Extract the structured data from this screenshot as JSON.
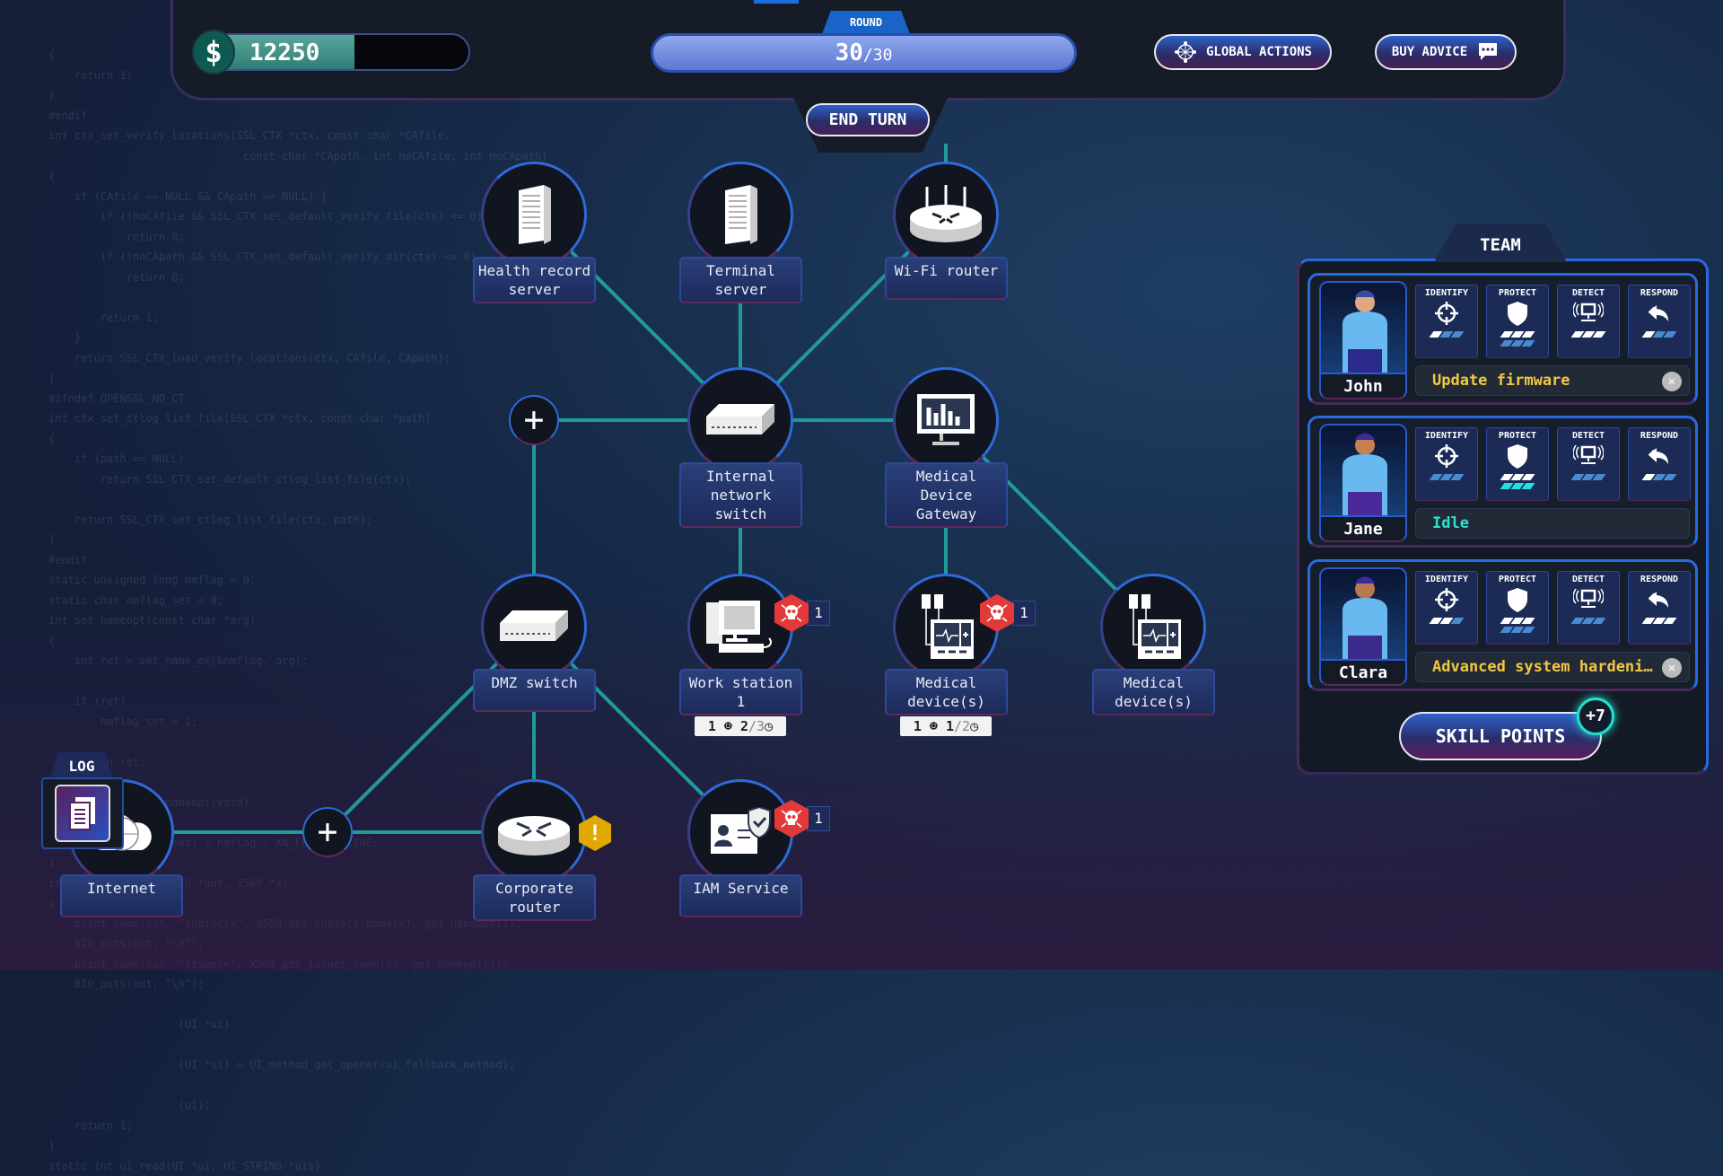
{
  "header": {
    "money": "12250",
    "money_fill_fraction": 0.58,
    "round_label": "ROUND",
    "round_current": "30",
    "round_total": "/30",
    "global_actions_label": "GLOBAL ACTIONS",
    "buy_advice_label": "BUY ADVICE",
    "end_turn_label": "END TURN"
  },
  "network": {
    "nodes": [
      {
        "id": "health",
        "label": "Health record server",
        "icon": "server-icon"
      },
      {
        "id": "terminal",
        "label": "Terminal server",
        "icon": "server-icon"
      },
      {
        "id": "wifi",
        "label": "Wi-Fi router",
        "icon": "wifi-router-icon"
      },
      {
        "id": "internal",
        "label": "Internal network switch",
        "icon": "switch-icon"
      },
      {
        "id": "gateway",
        "label": "Medical Device Gateway",
        "icon": "gateway-monitor-icon"
      },
      {
        "id": "dmz",
        "label": "DMZ switch",
        "icon": "switch-icon"
      },
      {
        "id": "workstation",
        "label": "Work station 1",
        "icon": "workstation-icon",
        "threats": "1",
        "stats": {
          "users": "1",
          "progress": "2",
          "total": "/3"
        }
      },
      {
        "id": "meddev1",
        "label": "Medical device(s)",
        "icon": "medical-device-icon",
        "threats": "1",
        "stats": {
          "users": "1",
          "progress": "1",
          "total": "/2"
        }
      },
      {
        "id": "meddev2",
        "label": "Medical device(s)",
        "icon": "medical-device-icon"
      },
      {
        "id": "internet",
        "label": "Internet",
        "icon": "globe-cloud-icon"
      },
      {
        "id": "corprouter",
        "label": "Corporate router",
        "icon": "router-icon",
        "warning": "!"
      },
      {
        "id": "iam",
        "label": "IAM Service",
        "icon": "id-card-icon",
        "threats": "1"
      }
    ],
    "add_node_label": "+"
  },
  "team": {
    "title": "TEAM",
    "skill_names": [
      "IDENTIFY",
      "PROTECT",
      "DETECT",
      "RESPOND"
    ],
    "members": [
      {
        "name": "John",
        "task": "Update firmware",
        "task_state": "active",
        "skills": [
          [
            {
              "filled": 1,
              "total": 3
            }
          ],
          [
            {
              "filled": 3,
              "total": 3
            },
            {
              "filled": 0,
              "total": 3
            }
          ],
          [
            {
              "filled": 3,
              "total": 3
            }
          ],
          [
            {
              "filled": 1,
              "total": 3
            }
          ]
        ]
      },
      {
        "name": "Jane",
        "task": "Idle",
        "task_state": "idle",
        "skills": [
          [
            {
              "filled": 0,
              "total": 3
            }
          ],
          [
            {
              "filled": 3,
              "total": 3
            },
            {
              "filled": 0,
              "total": 3,
              "upgrade": true
            }
          ],
          [
            {
              "filled": 0,
              "total": 3
            }
          ],
          [
            {
              "filled": 1,
              "total": 3
            }
          ]
        ]
      },
      {
        "name": "Clara",
        "task": "Advanced system hardeni…",
        "task_state": "active",
        "skills": [
          [
            {
              "filled": 2,
              "total": 3
            }
          ],
          [
            {
              "filled": 3,
              "total": 3
            },
            {
              "filled": 0,
              "total": 3
            }
          ],
          [
            {
              "filled": 0,
              "total": 3
            }
          ],
          [
            {
              "filled": 3,
              "total": 3
            }
          ]
        ]
      }
    ],
    "skill_points_label": "SKILL POINTS",
    "skill_points_badge": "+7",
    "cancel_glyph": "✕"
  },
  "log": {
    "label": "LOG"
  },
  "background_code": "{\n    return 1;\n}\n#endif\nint ctx_set_verify_locations(SSL_CTX *ctx, const char *CAfile,\n                              const char *CApath, int noCAfile, int noCApath)\n{\n    if (CAfile == NULL && CApath == NULL) {\n        if (!noCAfile && SSL_CTX_set_default_verify_file(ctx) <= 0)\n            return 0;\n        if (!noCApath && SSL_CTX_set_default_verify_dir(ctx) <= 0)\n            return 0;\n\n        return 1;\n    }\n    return SSL_CTX_load_verify_locations(ctx, CAfile, CApath);\n}\n#ifndef OPENSSL_NO_CT\nint ctx_set_ctlog_list_file(SSL_CTX *ctx, const char *path)\n{\n    if (path == NULL)\n        return SSL_CTX_set_default_ctlog_list_file(ctx);\n\n    return SSL_CTX_set_ctlog_list_file(ctx, path);\n}\n#endif\nstatic unsigned long nmflag = 0;\nstatic char nmflag_set = 0;\nint set_nameopt(const char *arg)\n{\n    int ret = set_name_ex(&nmflag, arg);\n\n    if (ret)\n        nmflag_set = 1;\n\n    return ret;\n}\nunsigned long get_nameopt(void)\n{\n    return (nmflag_set) ? nmflag : XN_FLAG_ONELINE;\n}\nint dump_cert_text(BIO *out, X509 *x)\n{\n    print_name(out, \"subject=\", X509_get_subject_name(x), get_nameopt());\n    BIO_puts(out, \"\\n\");\n    print_name(out, \"issuer=\", X509_get_issuer_name(x), get_nameopt());\n    BIO_puts(out, \"\\n\");\n\n                    (UI *ui)\n\n                    (UI *ui) = UI_method_get_opener(ui_fallback_method);\n\n                    (ui);\n    return 1;\n}\nstatic int ui_read(UI *ui, UI_STRING *uis)",
  "colors": {
    "edge": "#1f9a9a",
    "accent": "#2a6ae0",
    "threat": "#e23a3a",
    "warning": "#e0a800",
    "task": "#f0c840",
    "idle": "#30e0d0"
  }
}
